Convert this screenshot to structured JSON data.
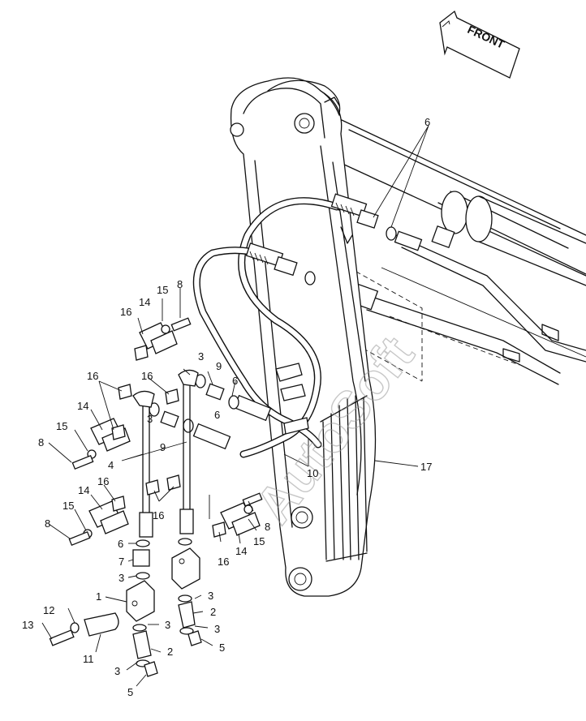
{
  "direction_label": "FRONT",
  "watermark": "AutoSoft",
  "callouts": [
    {
      "id": "c6-top",
      "text": "6"
    },
    {
      "id": "c17",
      "text": "17"
    },
    {
      "id": "c10",
      "text": "10"
    },
    {
      "id": "c15-a",
      "text": "15"
    },
    {
      "id": "c8-a",
      "text": "8"
    },
    {
      "id": "c14-a",
      "text": "14"
    },
    {
      "id": "c16-a",
      "text": "16"
    },
    {
      "id": "c3-a",
      "text": "3"
    },
    {
      "id": "c9-a",
      "text": "9"
    },
    {
      "id": "c6-b",
      "text": "6"
    },
    {
      "id": "c16-b",
      "text": "16"
    },
    {
      "id": "c16-c",
      "text": "16"
    },
    {
      "id": "c14-b",
      "text": "14"
    },
    {
      "id": "c3-b",
      "text": "3"
    },
    {
      "id": "c6-c",
      "text": "6"
    },
    {
      "id": "c9-b",
      "text": "9"
    },
    {
      "id": "c15-b",
      "text": "15"
    },
    {
      "id": "c8-b",
      "text": "8"
    },
    {
      "id": "c4",
      "text": "4"
    },
    {
      "id": "c14-c",
      "text": "14"
    },
    {
      "id": "c16-d",
      "text": "16"
    },
    {
      "id": "c15-c",
      "text": "15"
    },
    {
      "id": "c8-c",
      "text": "8"
    },
    {
      "id": "c16-e",
      "text": "16"
    },
    {
      "id": "c8-d",
      "text": "8"
    },
    {
      "id": "c15-d",
      "text": "15"
    },
    {
      "id": "c14-d",
      "text": "14"
    },
    {
      "id": "c16-f",
      "text": "16"
    },
    {
      "id": "c6-d",
      "text": "6"
    },
    {
      "id": "c7",
      "text": "7"
    },
    {
      "id": "c3-c",
      "text": "3"
    },
    {
      "id": "c1",
      "text": "1"
    },
    {
      "id": "c3-d",
      "text": "3"
    },
    {
      "id": "c2-a",
      "text": "2"
    },
    {
      "id": "c3-e",
      "text": "3"
    },
    {
      "id": "c5-a",
      "text": "5"
    },
    {
      "id": "c12",
      "text": "12"
    },
    {
      "id": "c13",
      "text": "13"
    },
    {
      "id": "c11",
      "text": "11"
    },
    {
      "id": "c3-f",
      "text": "3"
    },
    {
      "id": "c2-b",
      "text": "2"
    },
    {
      "id": "c3-g",
      "text": "3"
    },
    {
      "id": "c5-b",
      "text": "5"
    }
  ]
}
